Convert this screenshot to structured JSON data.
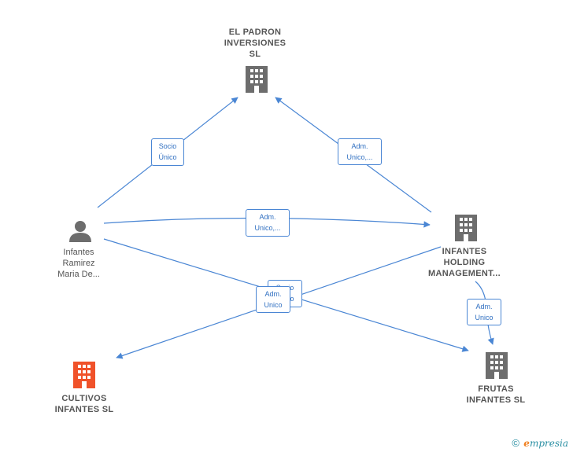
{
  "nodes": {
    "el_padron": {
      "label": "EL PADRON\nINVERSIONES\nSL",
      "icon": "building-icon",
      "color": "#6d6d6d"
    },
    "infantes_holding": {
      "label": "INFANTES\nHOLDING\nMANAGEMENT...",
      "icon": "building-icon",
      "color": "#6d6d6d"
    },
    "person": {
      "label": "Infantes\nRamirez\nMaria De...",
      "icon": "person-icon",
      "color": "#6d6d6d"
    },
    "cultivos": {
      "label": "CULTIVOS\nINFANTES  SL",
      "icon": "building-icon",
      "color": "#f0522a"
    },
    "frutas": {
      "label": "FRUTAS\nINFANTES  SL",
      "icon": "building-icon",
      "color": "#6d6d6d"
    }
  },
  "edges": {
    "socio_unico_top": "Socio\nÚnico",
    "adm_unico_top_right": "Adm.\nUnico,...",
    "adm_unico_middle": "Adm.\nUnico,...",
    "socio_unico_hidden": "Socio\nÚnico",
    "adm_unico_cross": "Adm.\nUnico",
    "adm_unico_right": "Adm.\nUnico"
  },
  "footer": {
    "copyright": "©",
    "brand_first": "e",
    "brand_rest": "mpresia"
  },
  "colors": {
    "edge": "#4a86d4",
    "highlight": "#f0522a",
    "node": "#6d6d6d"
  }
}
